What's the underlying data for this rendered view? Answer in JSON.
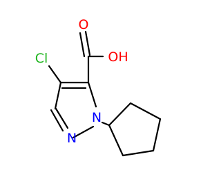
{
  "structure": {
    "atoms": {
      "cl": {
        "text": "Cl"
      },
      "o_carbonyl": {
        "text": "O"
      },
      "oh": {
        "text": "OH"
      },
      "n2": {
        "text": "N"
      },
      "n1": {
        "text": "N"
      }
    }
  },
  "colors": {
    "bond": "#000000",
    "chlorine": "#1fb51f",
    "oxygen": "#ff0000",
    "nitrogen": "#0000ff"
  }
}
